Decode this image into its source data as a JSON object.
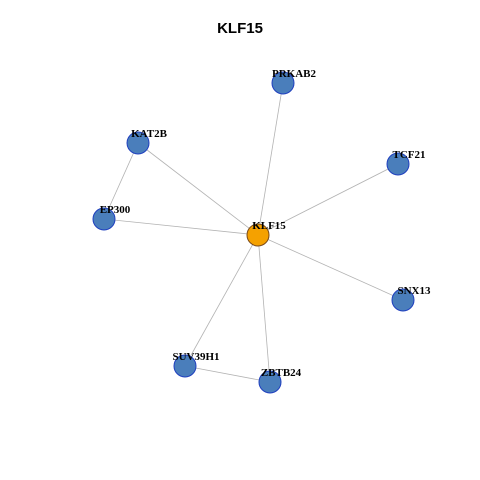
{
  "title": "KLF15",
  "colors": {
    "hub_fill": "#f5a100",
    "hub_stroke": "#7a4a1a",
    "node_fill": "#4a7ebb",
    "node_stroke": "#1f3fbf",
    "edge": "#b3b3b3"
  },
  "nodes": [
    {
      "id": "KLF15",
      "label": "KLF15",
      "hub": true
    },
    {
      "id": "PRKAB2",
      "label": "PRKAB2",
      "hub": false
    },
    {
      "id": "KAT2B",
      "label": "KAT2B",
      "hub": false
    },
    {
      "id": "TCF21",
      "label": "TCF21",
      "hub": false
    },
    {
      "id": "EP300",
      "label": "EP300",
      "hub": false
    },
    {
      "id": "SNX13",
      "label": "SNX13",
      "hub": false
    },
    {
      "id": "SUV39H1",
      "label": "SUV39H1",
      "hub": false
    },
    {
      "id": "ZBTB24",
      "label": "ZBTB24",
      "hub": false
    }
  ],
  "edges": [
    [
      "KLF15",
      "PRKAB2"
    ],
    [
      "KLF15",
      "KAT2B"
    ],
    [
      "KLF15",
      "TCF21"
    ],
    [
      "KLF15",
      "EP300"
    ],
    [
      "KLF15",
      "SNX13"
    ],
    [
      "KLF15",
      "SUV39H1"
    ],
    [
      "KLF15",
      "ZBTB24"
    ],
    [
      "KAT2B",
      "EP300"
    ],
    [
      "SUV39H1",
      "ZBTB24"
    ]
  ]
}
